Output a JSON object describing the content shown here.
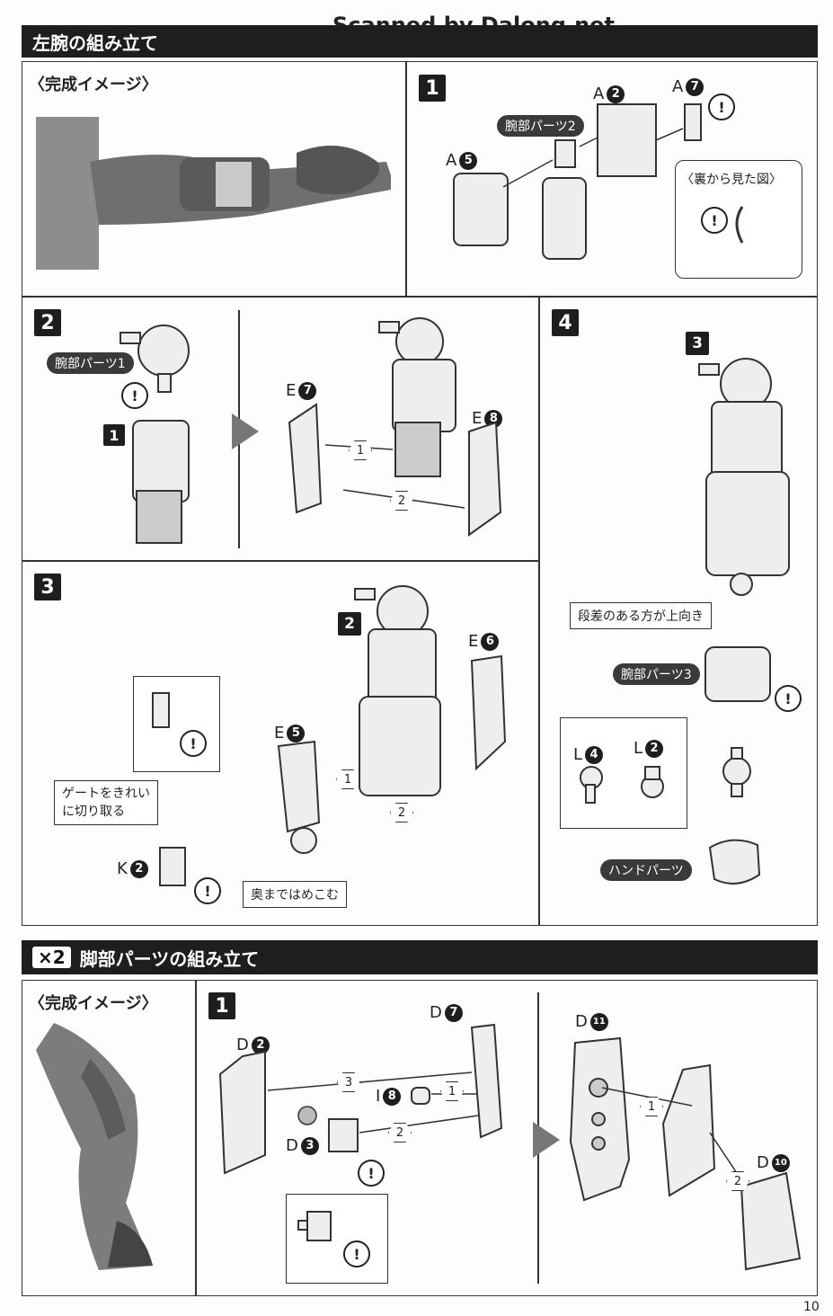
{
  "watermark": "Scanned by Dalong.net",
  "section1": {
    "title": "左腕の組み立て",
    "image_heading": "〈完成イメージ〉",
    "step1": {
      "num": "1",
      "labels": {
        "a2": "A",
        "a2_num": "2",
        "a7": "A",
        "a7_num": "7",
        "a5": "A",
        "a5_num": "5"
      },
      "pill_arm2": "腕部パーツ2",
      "back_view": "〈裏から見た図〉"
    },
    "step2": {
      "num": "2",
      "pill_arm1": "腕部パーツ1",
      "sub_num": "1",
      "e7": "E",
      "e7_num": "7",
      "e8": "E",
      "e8_num": "8",
      "seq1": "1",
      "seq2": "2"
    },
    "step3": {
      "num": "3",
      "sub_num": "2",
      "e6": "E",
      "e6_num": "6",
      "e5": "E",
      "e5_num": "5",
      "k2": "K",
      "k2_num": "2",
      "gate_note_1": "ゲートをきれい",
      "gate_note_2": "に切り取る",
      "push_note": "奥まではめこむ",
      "seq1": "1",
      "seq2": "2"
    },
    "step4": {
      "num": "4",
      "sub_num": "3",
      "step_note": "段差のある方が上向き",
      "pill_arm3": "腕部パーツ3",
      "l4": "L",
      "l4_num": "4",
      "l2": "L",
      "l2_num": "2",
      "pill_hand": "ハンドパーツ"
    }
  },
  "section2": {
    "multiplier": "×2",
    "title": "脚部パーツの組み立て",
    "image_heading": "〈完成イメージ〉",
    "step1": {
      "num": "1",
      "d2": "D",
      "d2_num": "2",
      "d7": "D",
      "d7_num": "7",
      "i8": "I",
      "i8_num": "8",
      "d3": "D",
      "d3_num": "3",
      "d11": "D",
      "d11_num": "11",
      "d10": "D",
      "d10_num": "10",
      "seq1": "1",
      "seq2": "2",
      "seq3": "3"
    }
  },
  "page_number": "10",
  "warning_glyph": "!"
}
